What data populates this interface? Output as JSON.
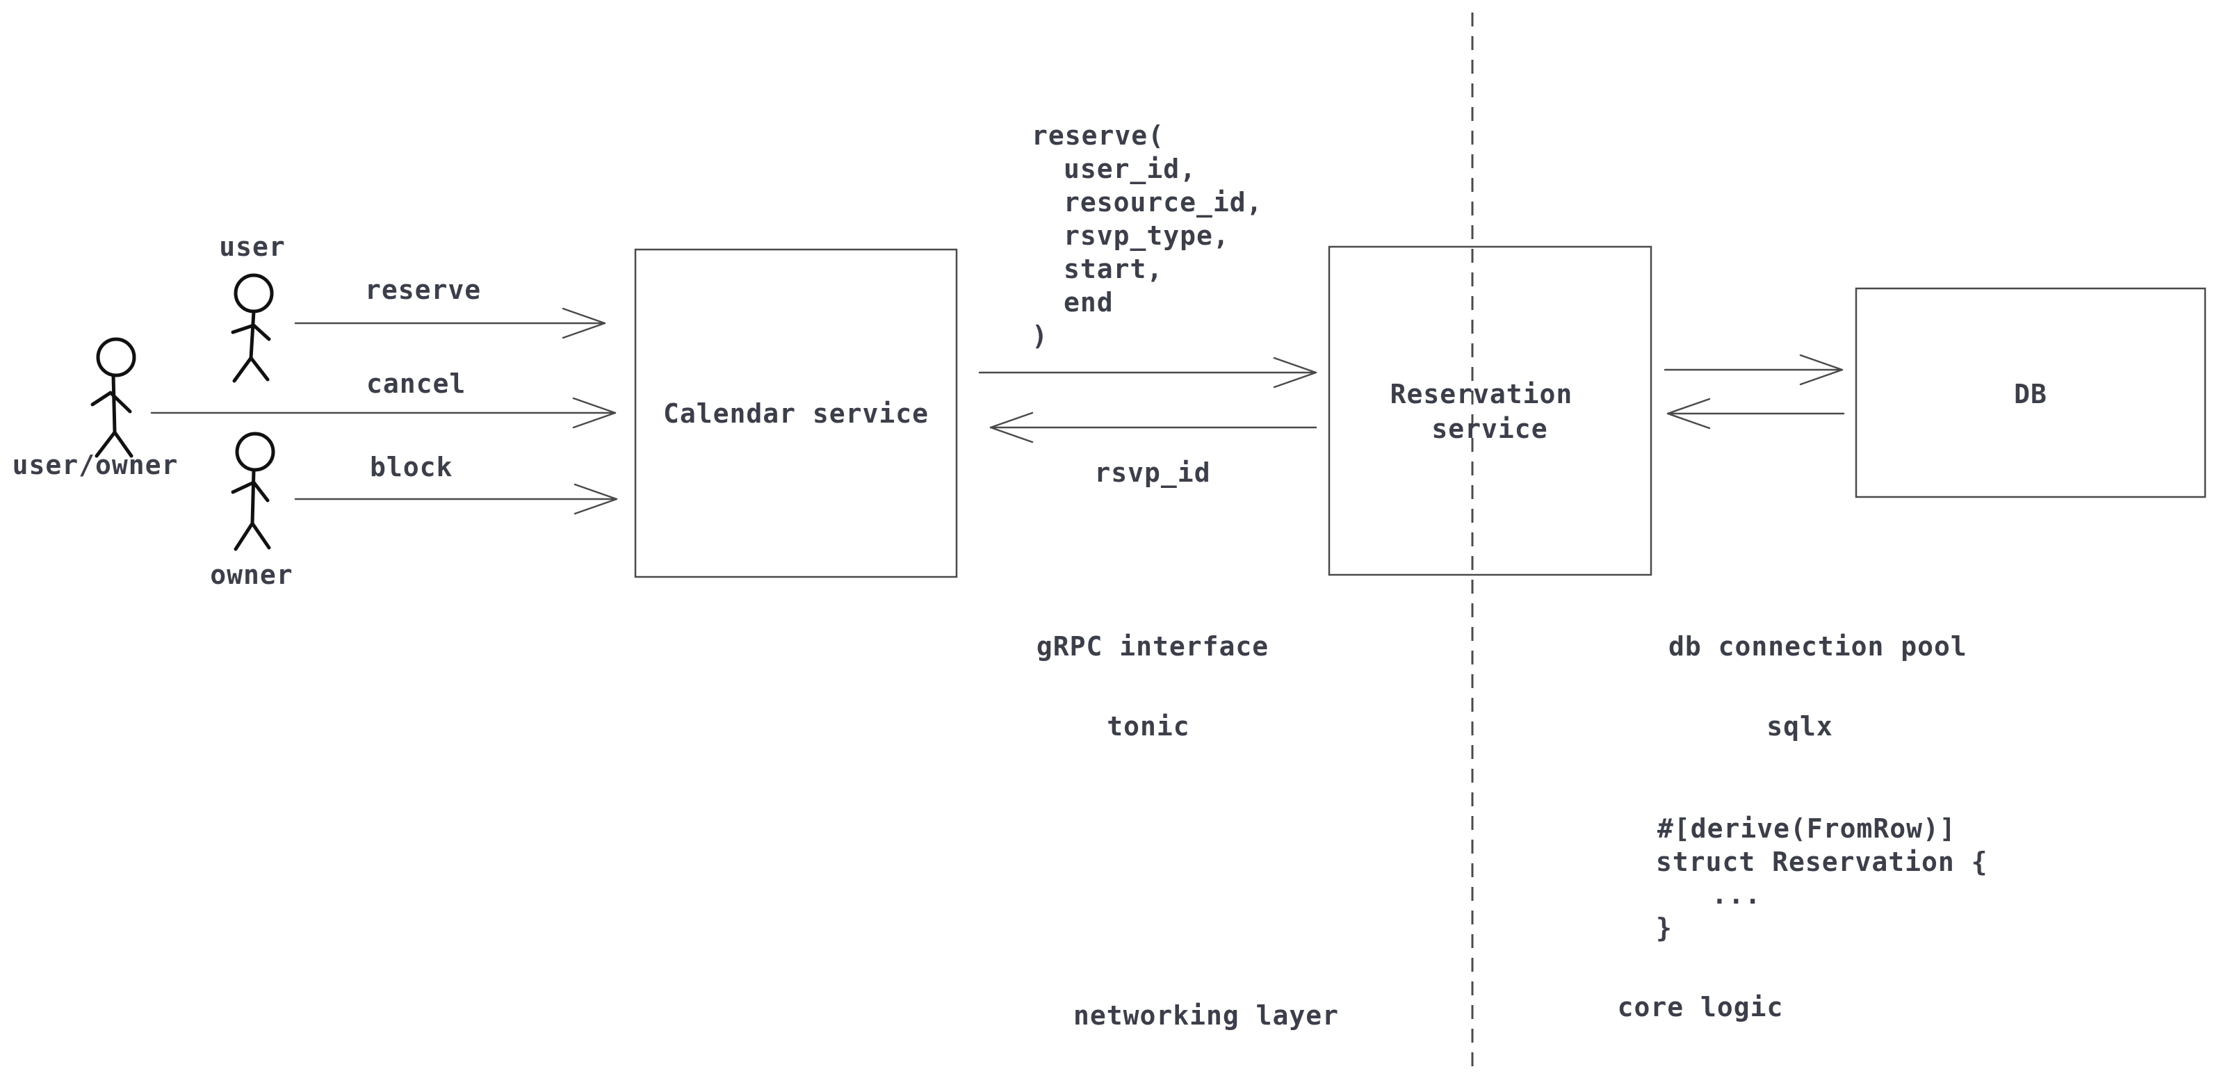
{
  "actors": {
    "user": "user",
    "user_owner": "user/owner",
    "owner": "owner"
  },
  "actions": {
    "reserve": "reserve",
    "cancel": "cancel",
    "block": "block"
  },
  "boxes": {
    "calendar_service": "Calendar service",
    "reservation_service_line1": "Reservation",
    "reservation_service_line2": "service",
    "db": "DB"
  },
  "rpc_call": {
    "lines": [
      "reserve(",
      "user_id,",
      "resource_id,",
      "rsvp_type,",
      "start,",
      "end",
      ")"
    ],
    "response": "rsvp_id"
  },
  "labels": {
    "grpc_interface": "gRPC interface",
    "tonic": "tonic",
    "networking_layer": "networking layer",
    "db_connection_pool": "db connection pool",
    "sqlx": "sqlx",
    "core_logic": "core logic"
  },
  "code_snippet": {
    "lines": [
      "#[derive(FromRow)]",
      "struct Reservation {",
      "...",
      "}"
    ]
  }
}
